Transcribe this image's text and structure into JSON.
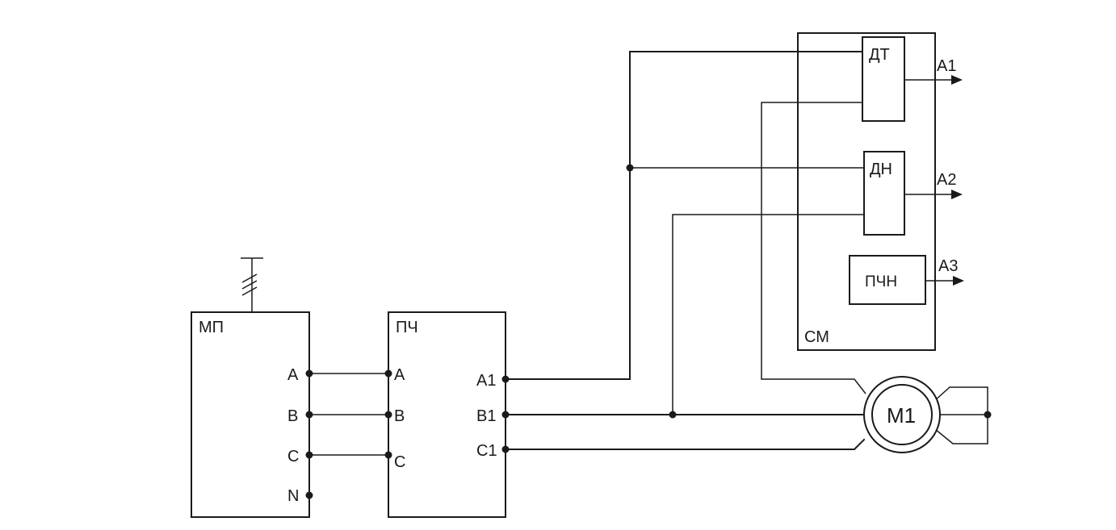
{
  "blocks": {
    "mp": {
      "label": "МП",
      "terminals": [
        "A",
        "B",
        "C",
        "N"
      ]
    },
    "pch": {
      "label": "ПЧ",
      "inputs": [
        "A",
        "B",
        "C"
      ],
      "outputs": [
        "A1",
        "B1",
        "C1"
      ]
    },
    "sm": {
      "label": "СМ"
    },
    "dt": {
      "label": "ДТ"
    },
    "dn": {
      "label": "ДН"
    },
    "pchn": {
      "label": "ПЧН"
    },
    "motor": {
      "label": "М1"
    }
  },
  "outputs": [
    "A1",
    "A2",
    "A3"
  ],
  "colors": {
    "ink": "#1a1a1a",
    "background": "#ffffff"
  }
}
